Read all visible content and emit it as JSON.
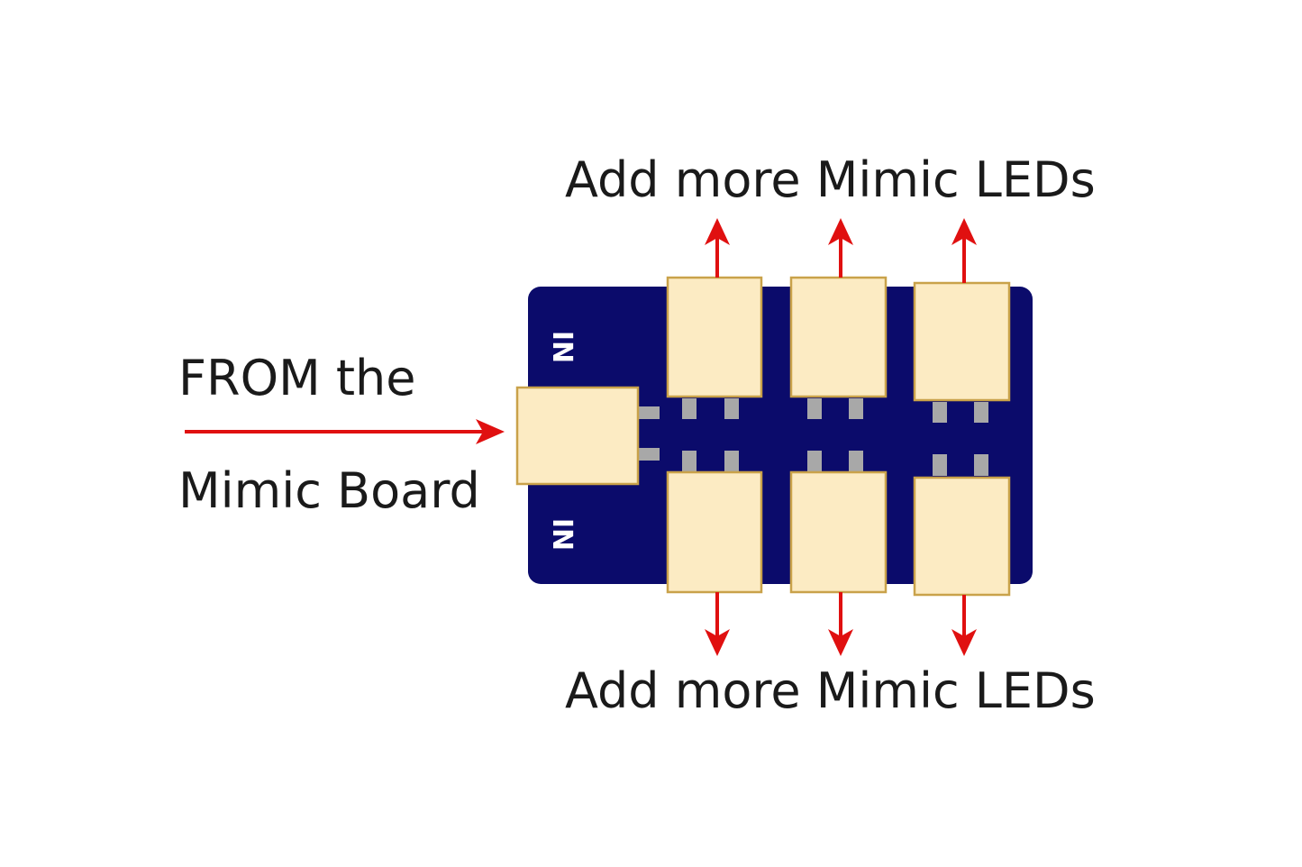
{
  "labels": {
    "top": "Add more Mimic LEDs",
    "bottom": "Add more Mimic LEDs",
    "from_line1": "FROM the",
    "from_line2": "Mimic Board",
    "in_top": "IN",
    "in_bottom": "IN"
  },
  "colors": {
    "board": "#0b0b6b",
    "connector": "#fcebc3",
    "connector_border": "#c9a24a",
    "pad": "#a8a8a8",
    "arrow": "#e01010"
  }
}
